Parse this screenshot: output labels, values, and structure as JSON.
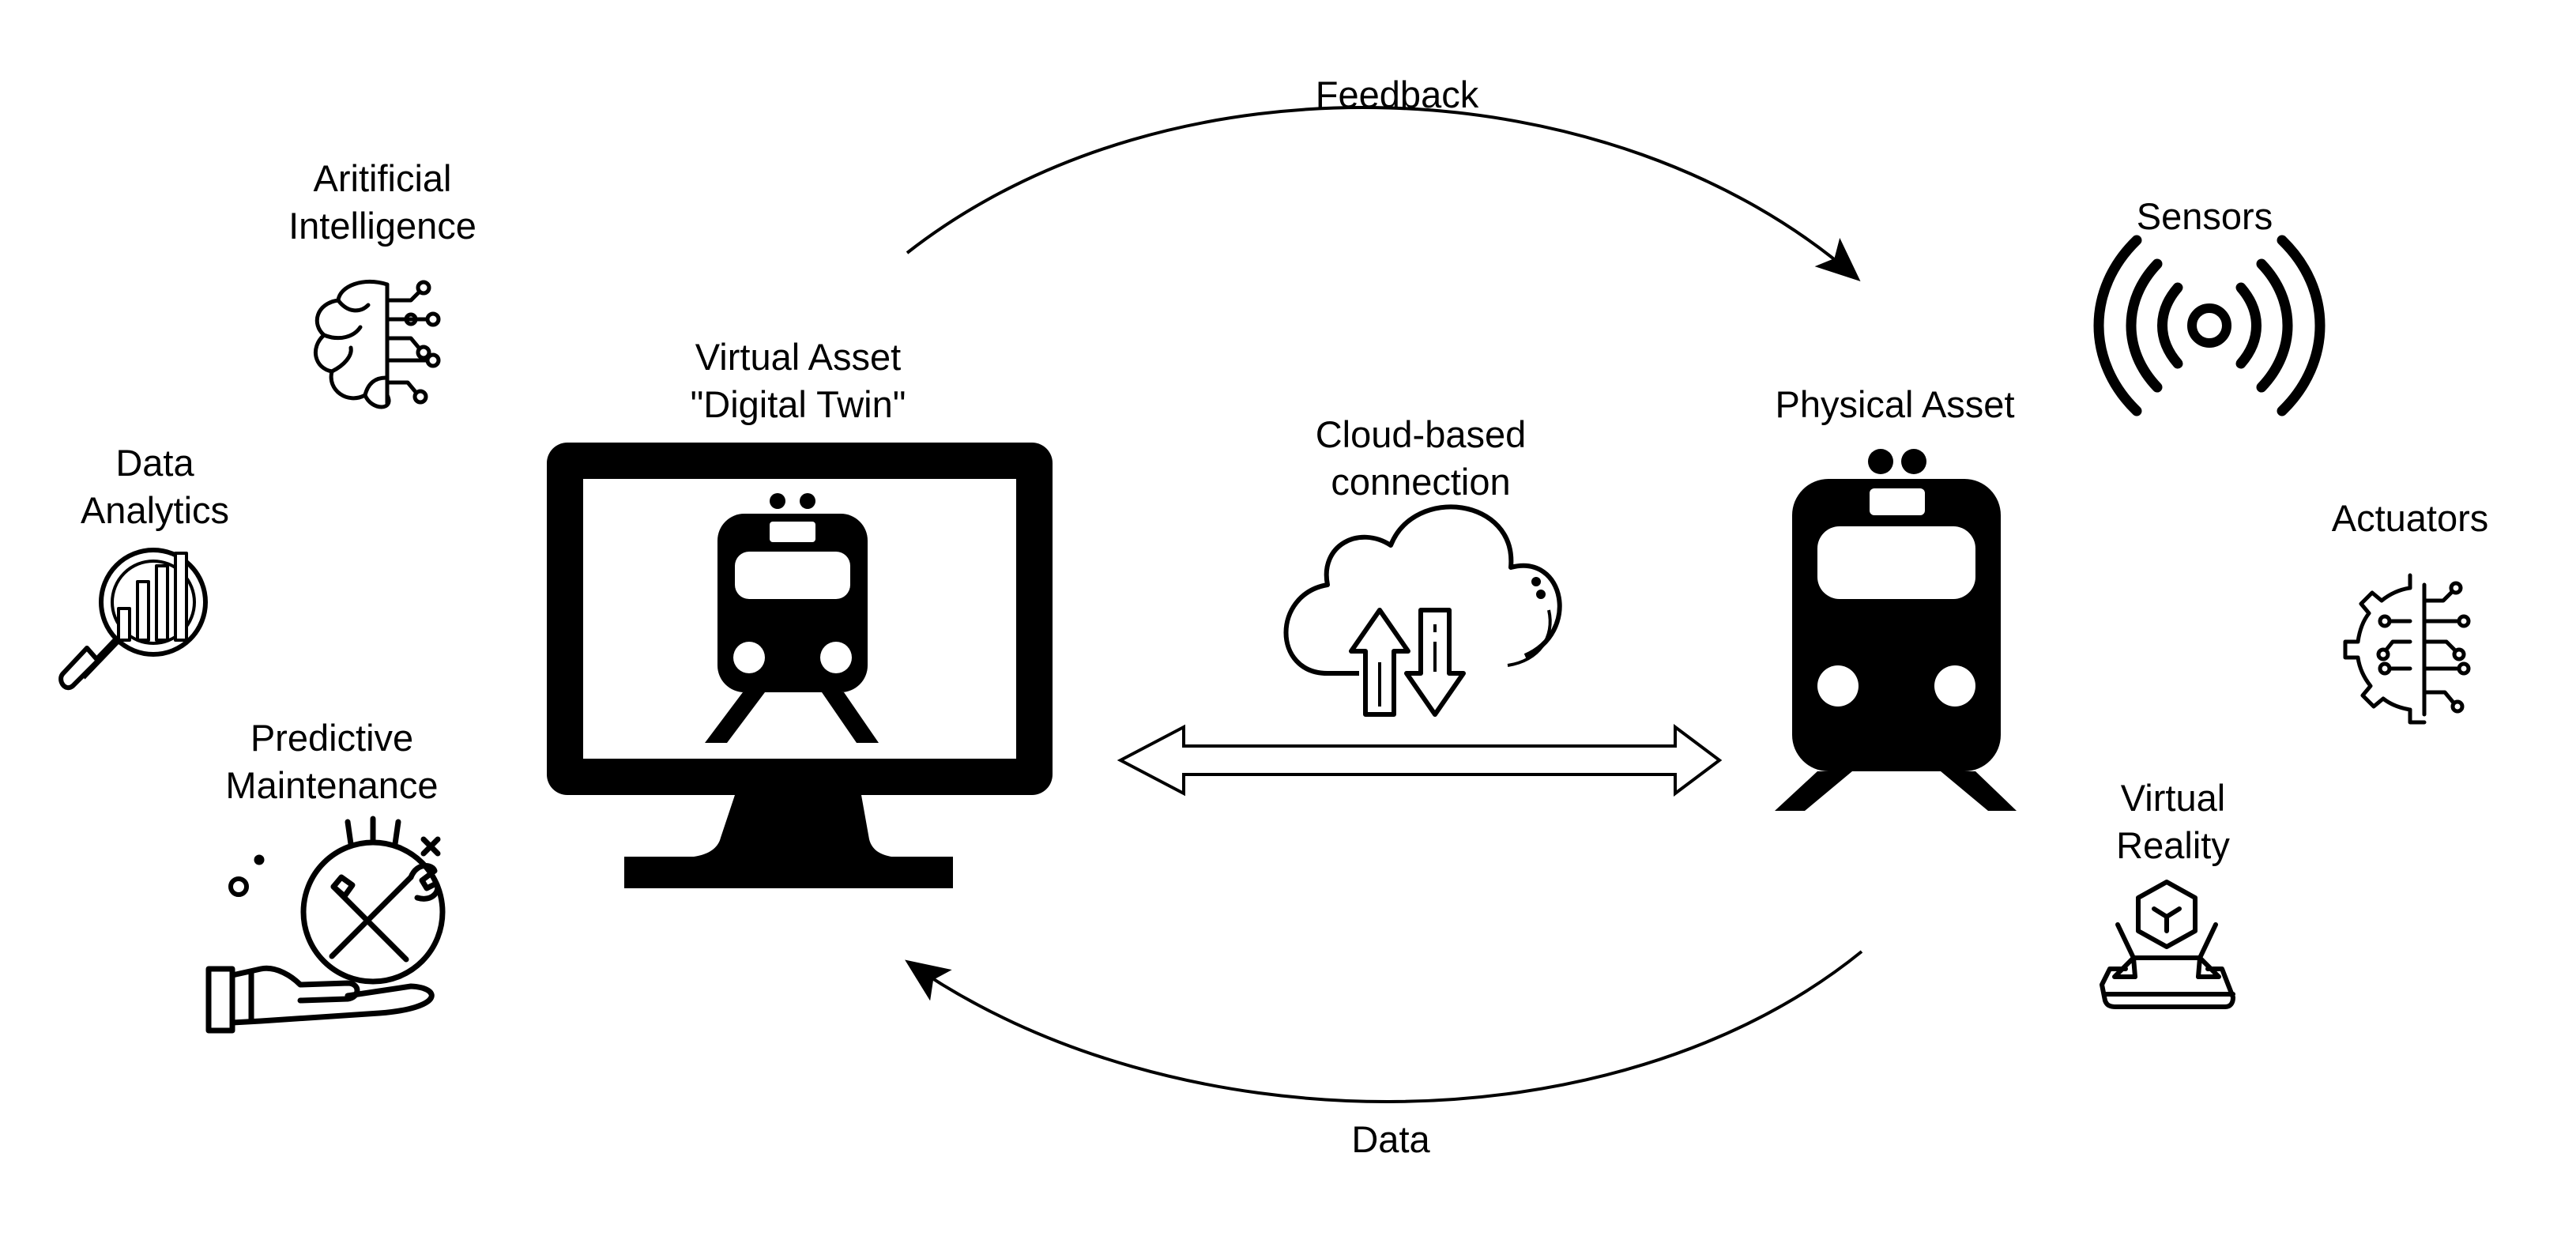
{
  "labels": {
    "feedback": "Feedback",
    "data": "Data",
    "cloud_line1": "Cloud-based",
    "cloud_line2": "connection",
    "virtual_line1": "Virtual Asset",
    "virtual_line2": "\"Digital Twin\"",
    "physical": "Physical Asset",
    "ai_line1": "Aritificial",
    "ai_line2": "Intelligence",
    "analytics_line1": "Data",
    "analytics_line2": "Analytics",
    "maintenance_line1": "Predictive",
    "maintenance_line2": "Maintenance",
    "sensors": "Sensors",
    "actuators": "Actuators",
    "vr_line1": "Virtual",
    "vr_line2": "Reality"
  },
  "icons": {
    "ai": "brain-circuit-icon",
    "analytics": "magnifier-chart-icon",
    "maintenance": "hand-tools-globe-icon",
    "sensors": "wireless-signal-icon",
    "actuators": "gear-circuit-icon",
    "vr": "vr-cube-icon",
    "cloud": "cloud-updown-icon",
    "monitor": "monitor-icon",
    "train": "train-icon"
  },
  "colors": {
    "ink": "#000000",
    "paper": "#ffffff"
  }
}
